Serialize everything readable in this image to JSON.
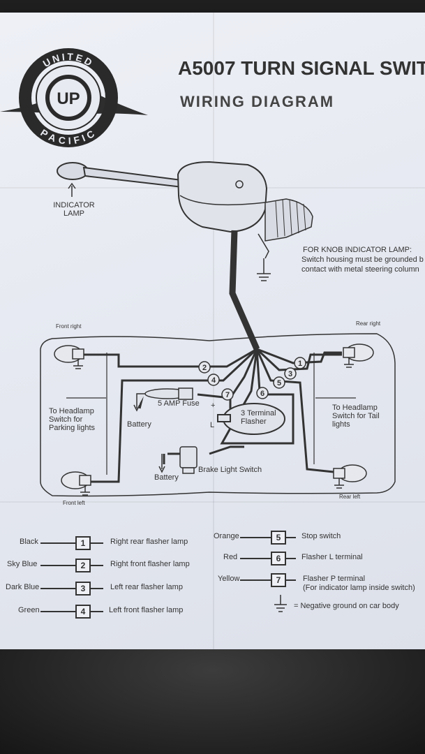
{
  "header": {
    "title": "A5007 TURN SIGNAL SWIT",
    "subtitle": "WIRING DIAGRAM",
    "logo_text_top": "UNITED",
    "logo_text_bottom": "PACIFIC",
    "logo_monogram": "UP"
  },
  "labels": {
    "indicator_lamp": "INDICATOR LAMP",
    "knob_note_line1": "FOR KNOB INDICATOR LAMP:",
    "knob_note_line2": "Switch housing must be grounded b",
    "knob_note_line3": "contact with metal steering column",
    "front_right": "Front right",
    "rear_right": "Rear right",
    "front_left": "Front left",
    "rear_left": "Rear left",
    "headlamp_parking": "To Headlamp Switch for Parking lights",
    "headlamp_tail": "To Headlamp Switch for Tail lights",
    "fuse": "5 AMP Fuse",
    "battery_1": "Battery",
    "battery_2": "Battery",
    "flasher": "3 Terminal Flasher",
    "plus": "+",
    "l_terminal": "L",
    "brake_switch": "Brake Light Switch"
  },
  "wire_numbers": [
    "1",
    "2",
    "3",
    "4",
    "5",
    "6",
    "7"
  ],
  "legend": [
    {
      "color": "Black",
      "num": "1",
      "desc": "Right rear flasher lamp"
    },
    {
      "color": "Sky Blue",
      "num": "2",
      "desc": "Right front flasher lamp"
    },
    {
      "color": "Dark Blue",
      "num": "3",
      "desc": "Left rear flasher lamp"
    },
    {
      "color": "Green",
      "num": "4",
      "desc": "Left front flasher lamp"
    },
    {
      "color": "Orange",
      "num": "5",
      "desc": "Stop switch"
    },
    {
      "color": "Red",
      "num": "6",
      "desc": "Flasher L terminal"
    },
    {
      "color": "Yellow",
      "num": "7",
      "desc": "Flasher P terminal",
      "desc2": "(For indicator lamp inside switch)"
    }
  ],
  "ground_legend": "=  Negative ground on car body"
}
